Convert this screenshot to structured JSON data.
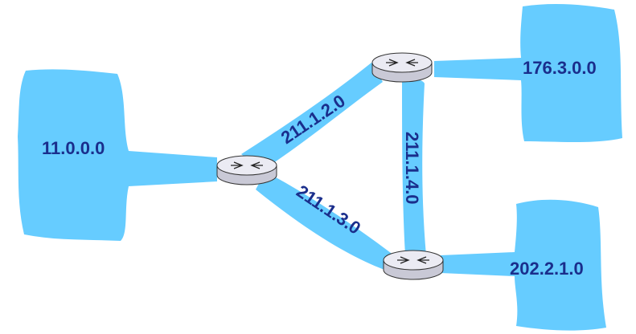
{
  "networks": {
    "left": "11.0.0.0",
    "top_right": "176.3.0.0",
    "bottom_right": "202.2.1.0"
  },
  "links": {
    "top": "211.1.2.0",
    "bottom": "211.1.3.0",
    "right": "211.1.4.0"
  },
  "colors": {
    "network_fill": "#66ccff",
    "label_text": "#1a2e8c",
    "router_body": "#ebebf3"
  },
  "icons": [
    "router-icon"
  ]
}
